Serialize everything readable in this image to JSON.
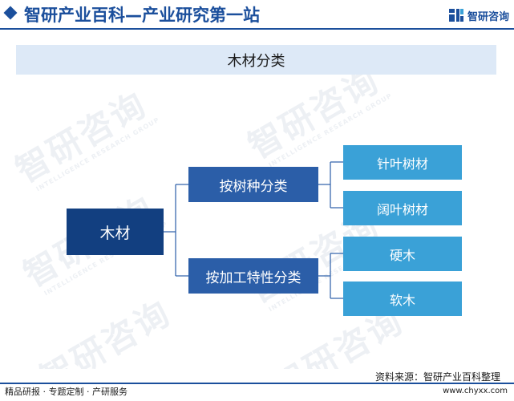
{
  "header": {
    "title": "智研产业百科—产业研究第一站",
    "logo_text": "智研咨询",
    "icon": "diamond-bullet-icon"
  },
  "watermark": {
    "text": "智研咨询",
    "subtext": "INTELLIGENCE RESEARCH GROUP"
  },
  "diagram": {
    "title": "木材分类",
    "root": "木材",
    "branches": [
      {
        "label": "按树种分类",
        "leaves": [
          "针叶树材",
          "阔叶树材"
        ]
      },
      {
        "label": "按加工特性分类",
        "leaves": [
          "硬木",
          "软木"
        ]
      }
    ]
  },
  "footer": {
    "source": "资料来源：智研产业百科整理",
    "services": "精品研报 · 专题定制 · 产研服务",
    "url": "www.chyxx.com"
  },
  "colors": {
    "brand": "#1b4f9c",
    "root_box": "#123f80",
    "branch_box": "#2b5ea8",
    "leaf_box": "#3aa1d7",
    "title_band": "#dde9f7"
  }
}
